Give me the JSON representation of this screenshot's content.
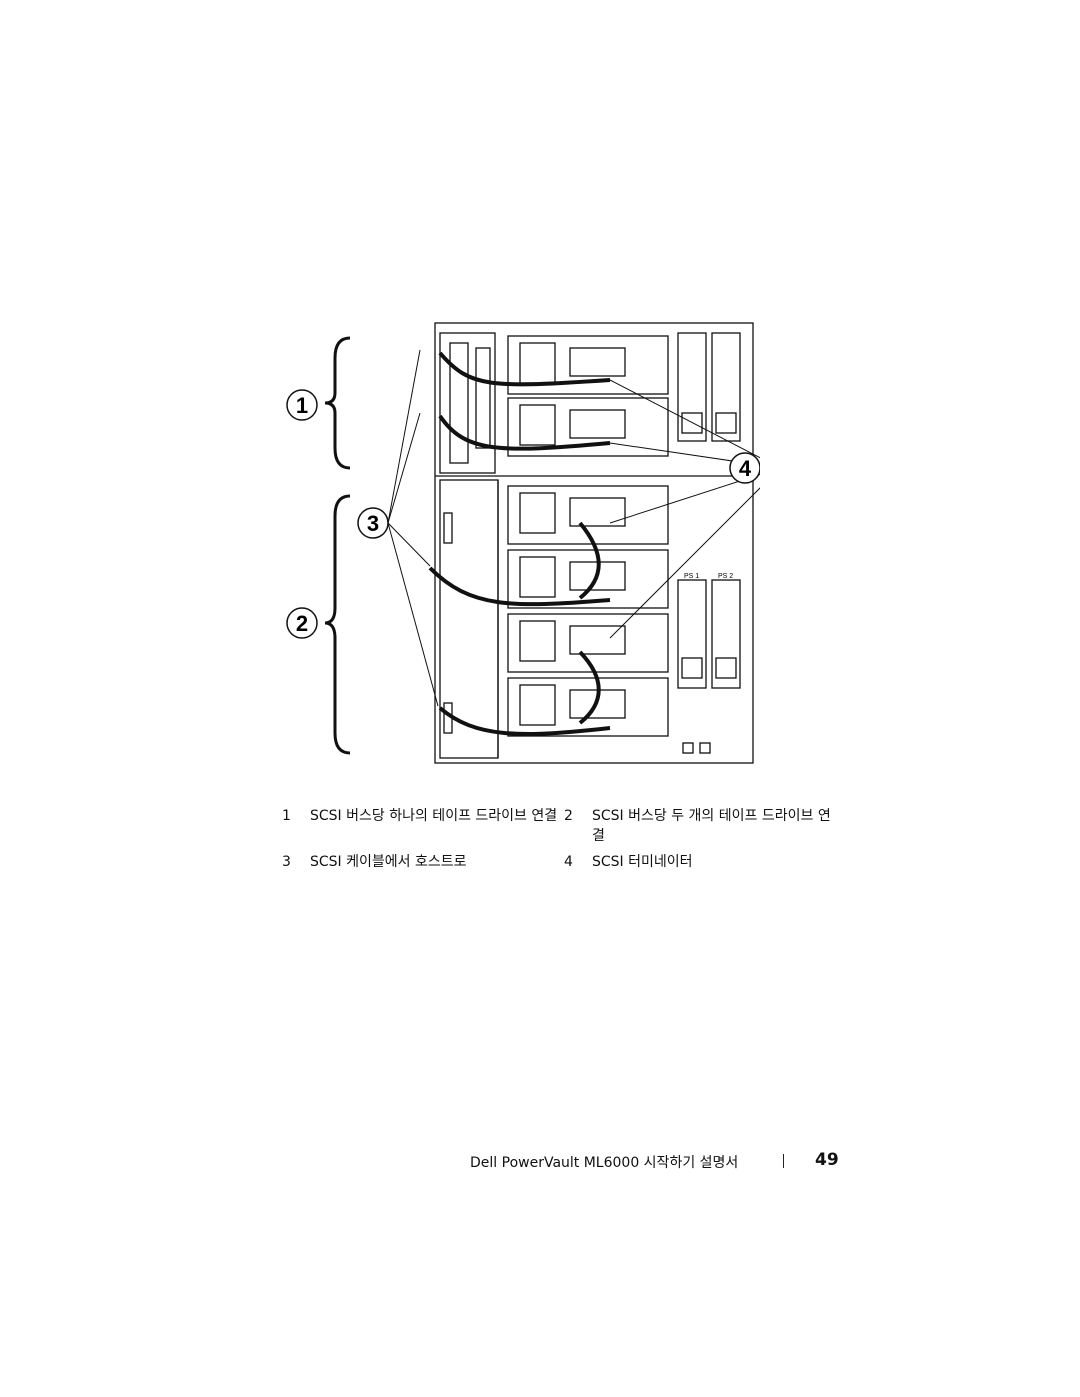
{
  "figure": {
    "callouts": [
      "1",
      "2",
      "3",
      "4"
    ],
    "power_labels": [
      "PS 1",
      "PS 2"
    ]
  },
  "legend": [
    {
      "num": "1",
      "text": "SCSI 버스당 하나의 테이프 드라이브 연결"
    },
    {
      "num": "2",
      "text": "SCSI 버스당 두 개의 테이프 드라이브 연결"
    },
    {
      "num": "3",
      "text": "SCSI 케이블에서 호스트로"
    },
    {
      "num": "4",
      "text": "SCSI 터미네이터"
    }
  ],
  "footer": {
    "title": "Dell PowerVault ML6000 시작하기 설명서",
    "page": "49"
  }
}
